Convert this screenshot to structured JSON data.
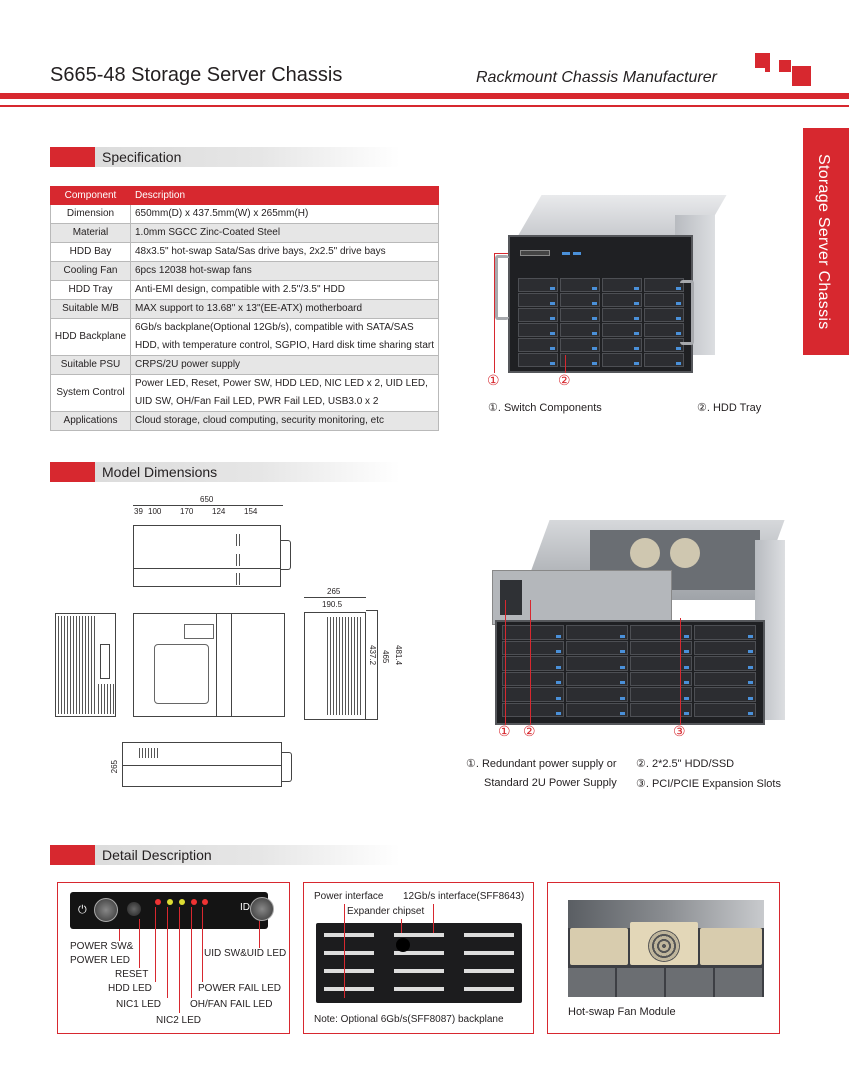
{
  "header": {
    "title": "S665-48 Storage Server Chassis",
    "tagline": "Rackmount Chassis Manufacturer",
    "side_tab": "Storage Server Chassis",
    "brand_color": "#d7282f"
  },
  "sections": {
    "specification": "Specification",
    "model_dimensions": "Model Dimensions",
    "detail_description": "Detail Description"
  },
  "spec_table": {
    "headers": [
      "Component",
      "Description"
    ],
    "rows": [
      {
        "component": "Dimension",
        "description": [
          "650mm(D) x 437.5mm(W) x 265mm(H)"
        ]
      },
      {
        "component": "Material",
        "description": [
          "1.0mm SGCC Zinc-Coated Steel"
        ]
      },
      {
        "component": "HDD Bay",
        "description": [
          "48x3.5\" hot-swap Sata/Sas drive bays, 2x2.5\" drive bays"
        ]
      },
      {
        "component": "Cooling Fan",
        "description": [
          "6pcs 12038 hot-swap fans"
        ]
      },
      {
        "component": "HDD Tray",
        "description": [
          "Anti-EMI design, compatible with 2.5\"/3.5\" HDD"
        ]
      },
      {
        "component": "Suitable M/B",
        "description": [
          "MAX support to 13.68\" x 13\"(EE-ATX) motherboard"
        ]
      },
      {
        "component": "HDD Backplane",
        "description": [
          "6Gb/s backplane(Optional 12Gb/s), compatible with SATA/SAS",
          "HDD, with temperature control, SGPIO, Hard disk time sharing start"
        ]
      },
      {
        "component": "Suitable PSU",
        "description": [
          "CRPS/2U power supply"
        ]
      },
      {
        "component": "System Control",
        "description": [
          "Power LED, Reset, Power SW, HDD LED, NIC LED x 2, UID LED,",
          "UID SW, OH/Fan Fail LED, PWR Fail LED, USB3.0 x 2"
        ]
      },
      {
        "component": "Applications",
        "description": [
          "Cloud storage, cloud computing,  security monitoring, etc"
        ]
      }
    ]
  },
  "front_view": {
    "markers": [
      "①",
      "②"
    ],
    "captions": [
      "①. Switch Components",
      "②. HDD Tray"
    ]
  },
  "rear_view": {
    "markers": [
      "①",
      "②",
      "③"
    ],
    "captions": [
      "①. Redundant power supply or",
      "Standard 2U Power Supply",
      "②. 2*2.5\" HDD/SSD",
      "③. PCI/PCIE Expansion Slots"
    ]
  },
  "dimensions": {
    "top_total": "650",
    "top_segments": [
      "39",
      "100",
      "170",
      "124",
      "154"
    ],
    "front_width_outer": "265",
    "front_width_inner": "190.5",
    "front_heights": [
      "481.4",
      "465",
      "437.2"
    ],
    "side_height": "265"
  },
  "details": {
    "panel_labels": [
      "POWER SW&",
      "POWER LED",
      "RESET",
      "HDD LED",
      "NIC1 LED",
      "NIC2 LED",
      "OH/FAN FAIL LED",
      "POWER FAIL LED",
      "UID SW&UID LED"
    ],
    "panel_id_text": "ID",
    "backplane_labels": [
      "Power interface",
      "12Gb/s interface(SFF8643)",
      "Expander chipset"
    ],
    "backplane_note": "Note: Optional 6Gb/s(SFF8087) backplane",
    "fan_caption": "Hot-swap Fan Module"
  }
}
